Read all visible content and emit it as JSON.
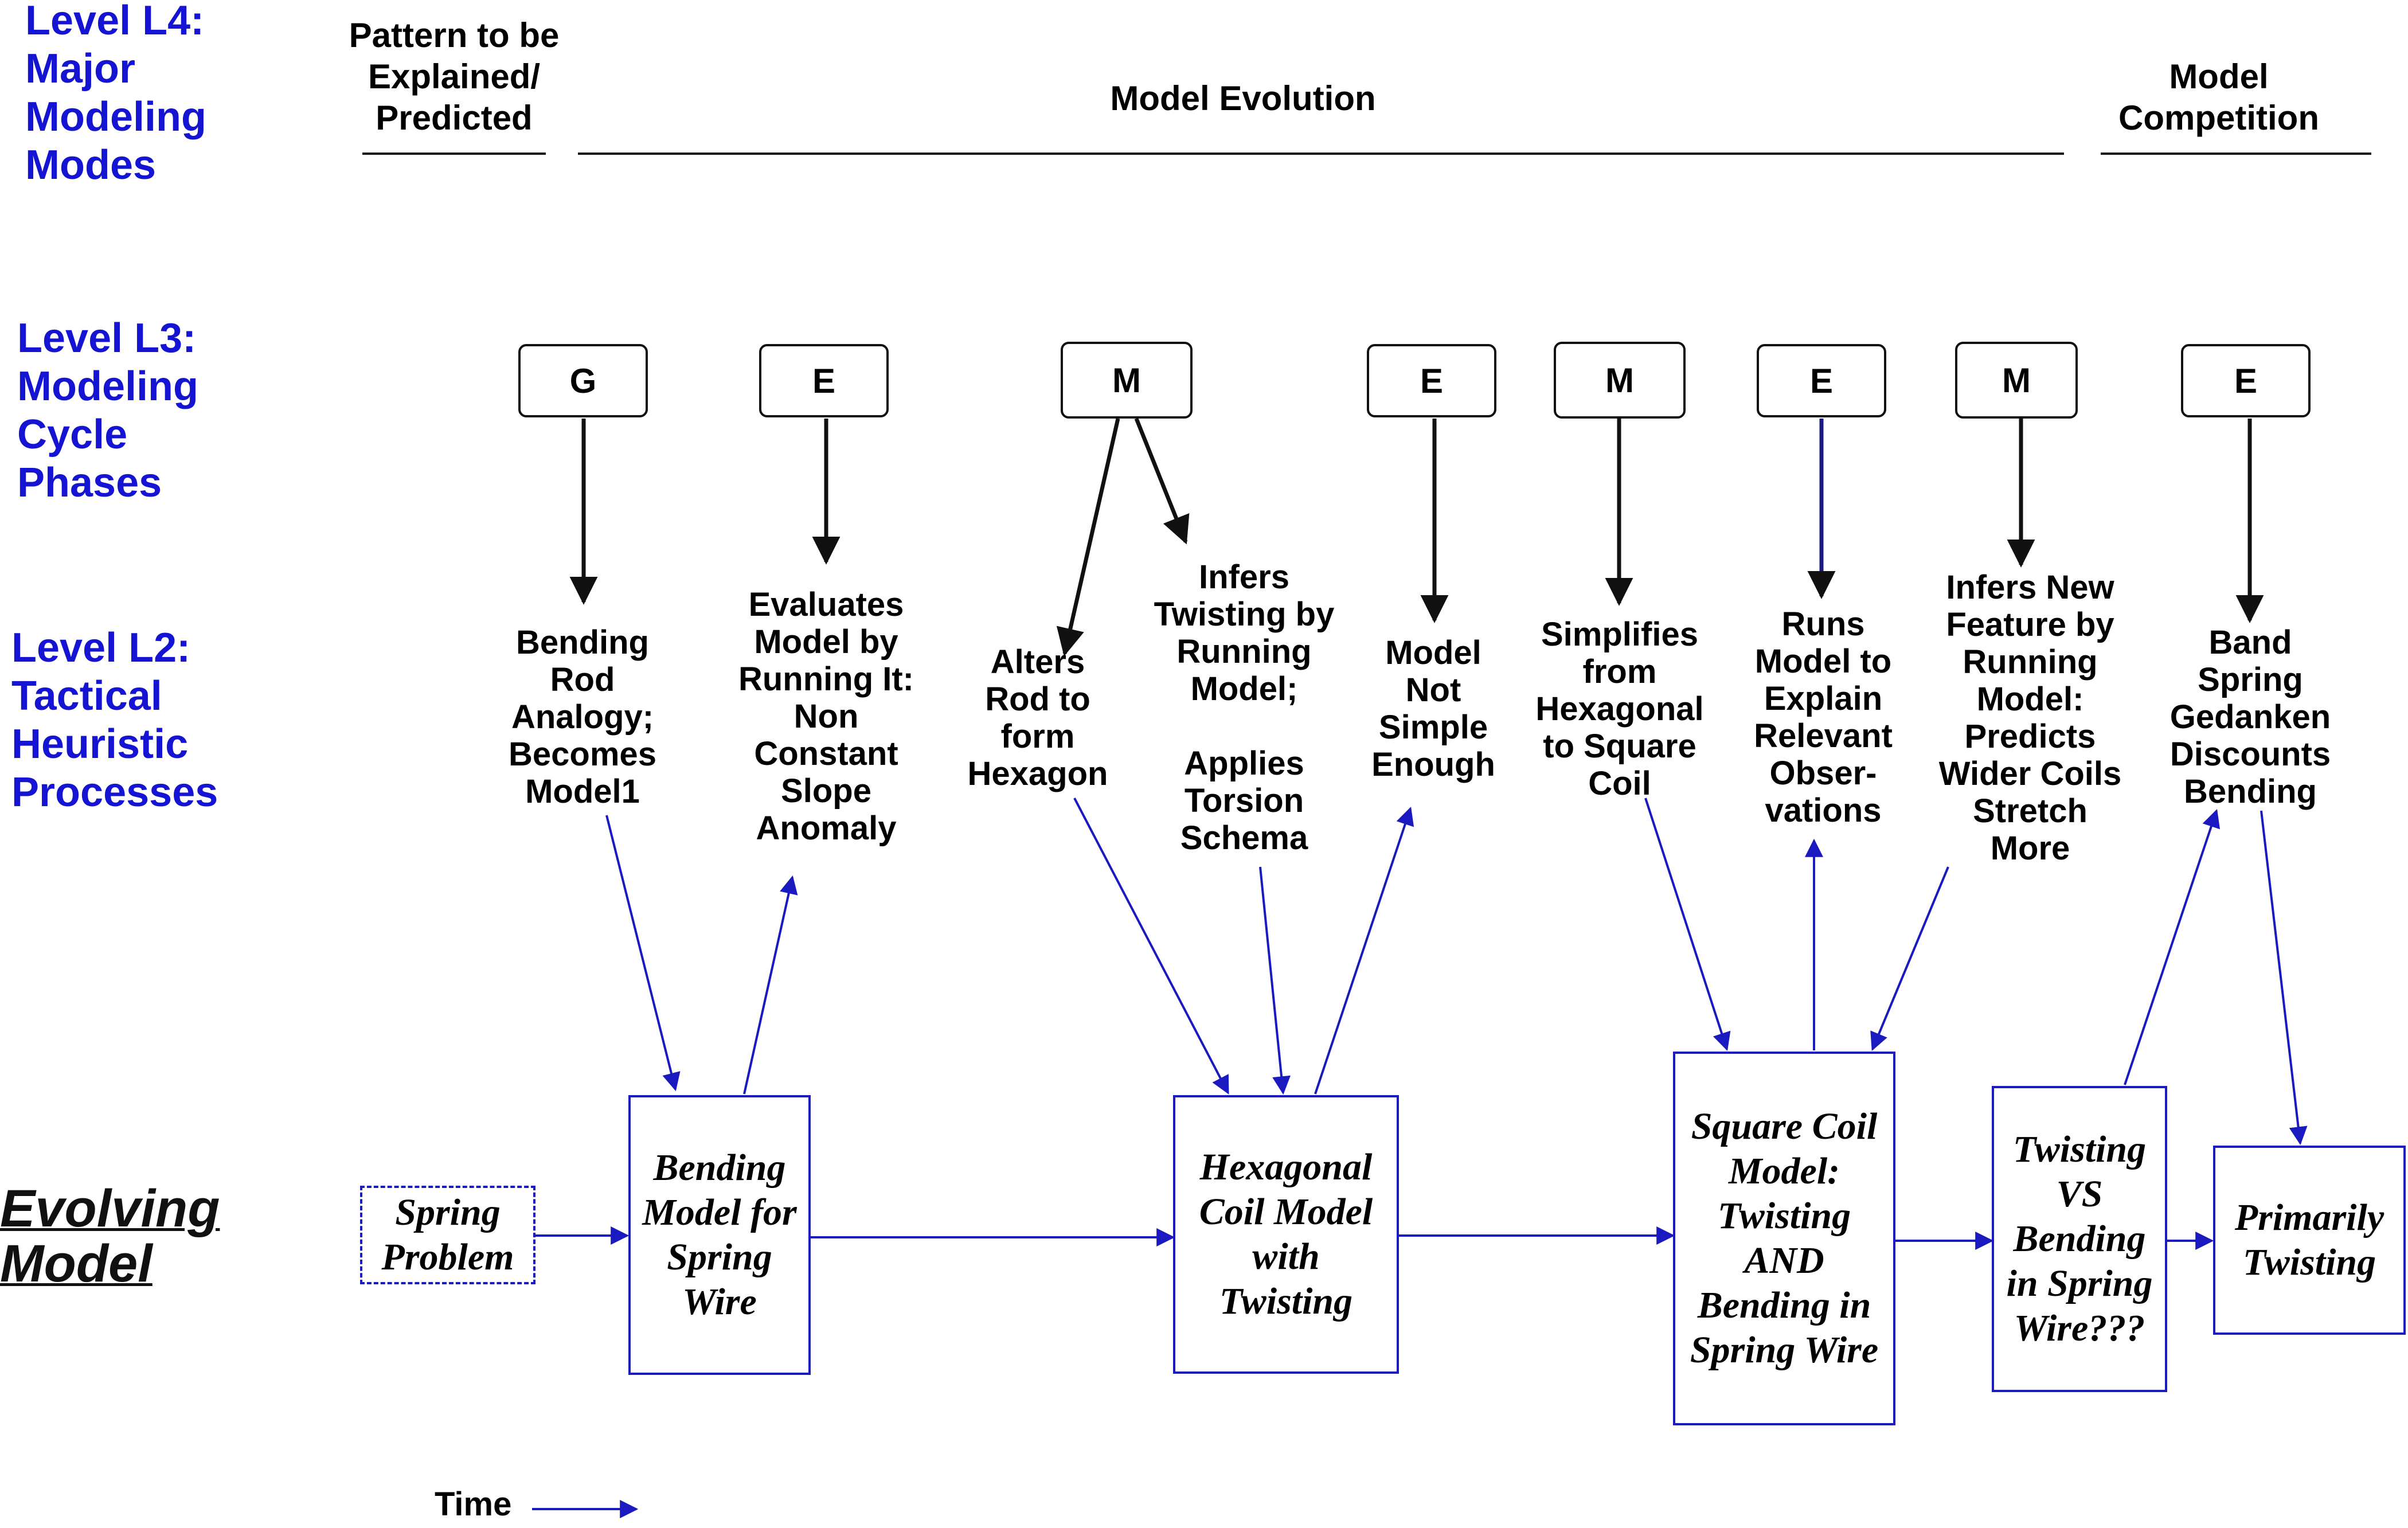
{
  "levels": {
    "l4": [
      "Level L4:",
      "Major",
      "Modeling",
      "Modes"
    ],
    "l3": [
      "Level L3:",
      "Modeling",
      "Cycle",
      "Phases"
    ],
    "l2": [
      "Level L2:",
      "Tactical",
      "Heuristic",
      "Processes"
    ],
    "evolving_model": [
      "Evolving",
      "Model"
    ]
  },
  "modes": {
    "pattern": [
      "Pattern to be",
      "Explained/",
      "Predicted"
    ],
    "evolution": [
      "Model Evolution"
    ],
    "competition": [
      "Model",
      "Competition"
    ]
  },
  "phases": [
    "G",
    "E",
    "M",
    "E",
    "M",
    "E",
    "M",
    "E"
  ],
  "heuristics": {
    "bending_rod": [
      "Bending",
      "Rod",
      "Analogy;",
      "Becomes",
      "Model1"
    ],
    "evaluates": [
      "Evaluates",
      "Model by",
      "Running It:",
      "Non",
      "Constant",
      "Slope",
      "Anomaly"
    ],
    "alters": [
      "Alters",
      "Rod to",
      "form",
      "Hexagon"
    ],
    "infers_twisting": [
      "Infers",
      "Twisting by",
      "Running",
      "Model;",
      "",
      "Applies",
      "Torsion",
      "Schema"
    ],
    "not_simple": [
      "Model",
      "Not",
      "Simple",
      "Enough"
    ],
    "simplifies": [
      "Simplifies",
      "from",
      "Hexagonal",
      "to Square",
      "Coil"
    ],
    "runs_model": [
      "Runs",
      "Model to",
      "Explain",
      "Relevant",
      "Obser-",
      "vations"
    ],
    "infers_feature": [
      "Infers New",
      "Feature by",
      "Running",
      "Model:",
      "Predicts",
      "Wider Coils",
      "Stretch",
      "More"
    ],
    "band_spring": [
      "Band",
      "Spring",
      "Gedanken",
      "Discounts",
      "Bending"
    ]
  },
  "models": {
    "spring_problem": [
      "Spring",
      "Problem"
    ],
    "bending_model": [
      "Bending",
      "Model for",
      "Spring",
      "Wire"
    ],
    "hexagonal_model": [
      "Hexagonal",
      "Coil Model",
      "with",
      "Twisting"
    ],
    "square_model": [
      "Square Coil",
      "Model:",
      "Twisting",
      "AND",
      "Bending in",
      "Spring Wire"
    ],
    "versus_model": [
      "Twisting",
      "VS",
      "Bending",
      "in Spring",
      "Wire???"
    ],
    "primarily_twisting": [
      "Primarily",
      "Twisting"
    ]
  },
  "time_label": "Time",
  "colors": {
    "level_text": "#1414d2",
    "model_border": "#1a1ac0",
    "black": "#111111"
  }
}
